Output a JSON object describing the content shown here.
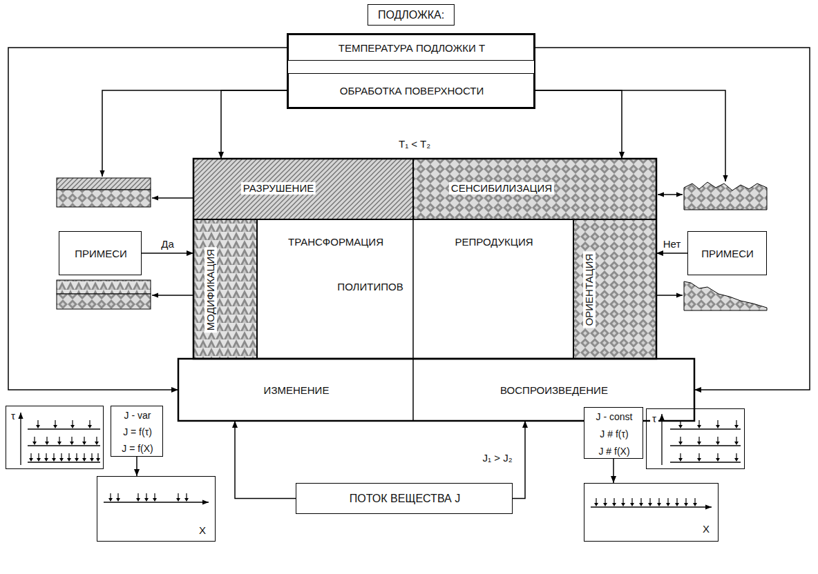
{
  "diagram": {
    "nodes": [
      {
        "text": [
          "ПОДЛОЖКА:"
        ]
      },
      {
        "text": [
          "ТЕМПЕРАТУРА ПОДЛОЖКИ T"
        ],
        "in": 0
      },
      {
        "text": [
          "ОБРАБОТКА ПОВЕРХНОСТИ"
        ],
        "in": 0
      },
      {
        "text": [
          "РАЗРУШЕНИЕ"
        ]
      },
      {
        "text": [
          "СЕНСИБИЛИЗАЦИЯ"
        ]
      },
      {
        "text": [
          "ПРИМЕСИ"
        ]
      },
      {
        "text": [
          "МОДИФИКАЦИЯ"
        ]
      },
      {
        "text": [
          "ТРАНСФОРМАЦИЯ",
          "РЕПРОДУКЦИЯ",
          "ПОЛИТИПОВ"
        ]
      },
      {
        "text": [
          "ОРИЕНТАЦИЯ"
        ]
      },
      {
        "text": [
          "ПРИМЕСИ"
        ]
      },
      {
        "text": [
          "ИЗМЕНЕНИЕ",
          "ВОСПРОИЗВЕДЕНИЕ"
        ]
      },
      {
        "text": [
          "τ"
        ]
      },
      {
        "text": [
          "J - var",
          "J = f(τ)",
          "J = f(X)"
        ]
      },
      {
        "text": [
          "ПОТОК ВЕЩЕСТВА J"
        ]
      },
      {
        "text": [
          "J - const",
          "J # f(τ)",
          "J # f(X)"
        ]
      },
      {
        "text": [
          "τ"
        ]
      },
      {
        "text": [
          "X"
        ]
      },
      {
        "text": [
          "X"
        ]
      }
    ],
    "edges": [
      {
        "from": 1,
        "to": 10,
        "arrow": "to"
      },
      {
        "from": 1,
        "to": 10,
        "arrow": "to"
      },
      {
        "from": 2,
        "to": 3,
        "arrow": "to"
      },
      {
        "from": 2,
        "to": 4,
        "arrow": "to"
      },
      {
        "from": 5,
        "to": 6,
        "label": "Да",
        "arrow": "to"
      },
      {
        "from": 9,
        "to": 8,
        "label": "Нет",
        "arrow": "to"
      },
      {
        "from": 13,
        "to": 10,
        "arrow": "to"
      },
      {
        "from": 13,
        "to": 10,
        "arrow": "to"
      },
      {
        "from": 12,
        "to": 16,
        "arrow": "to"
      },
      {
        "from": 14,
        "to": 17,
        "arrow": "to"
      }
    ],
    "labels": [
      "T₁ < T₂",
      "J₁ > J₂"
    ]
  }
}
